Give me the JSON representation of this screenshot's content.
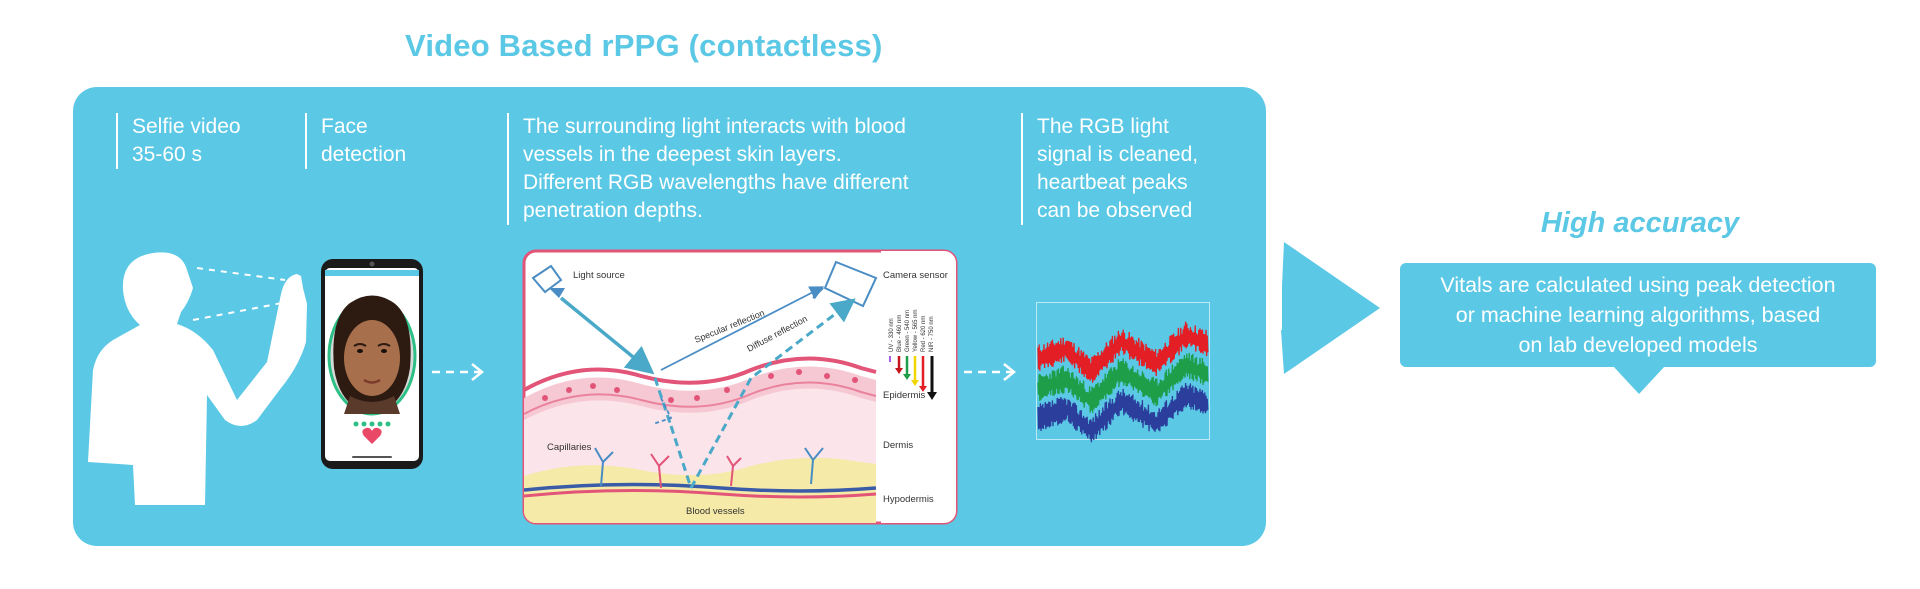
{
  "title": "Video Based rPPG (contactless)",
  "colors": {
    "accent": "#5bc8e5",
    "skin_pink": "#e25478",
    "red_signal": "#e31e24",
    "green_signal": "#1e9e48",
    "blue_signal": "#2c3e9c",
    "heart": "#e94966",
    "face_ring": "#2dbf86"
  },
  "steps": [
    {
      "lines": [
        "Selfie video",
        "35-60 s"
      ]
    },
    {
      "lines": [
        "Face",
        "detection"
      ]
    },
    {
      "lines": [
        "The surrounding light interacts with blood",
        "vessels in the deepest skin layers.",
        "Different RGB wavelengths have different",
        "penetration depths."
      ]
    },
    {
      "lines": [
        "The RGB light",
        "signal is cleaned,",
        "heartbeat peaks",
        "can be observed"
      ]
    }
  ],
  "illustration": {
    "light_source": "Light source",
    "camera_sensor": "Camera sensor",
    "specular": "Specular reflection",
    "diffuse": "Diffuse reflection",
    "epidermis": "Epidermis",
    "dermis": "Dermis",
    "hypodermis": "Hypodermis",
    "capillaries": "Capillaries",
    "blood_vessels": "Blood vessels",
    "wavelengths": [
      "UV - 330 nm",
      "Blue - 460 nm",
      "Green - 540 nm",
      "Yellow - 565 nm",
      "Red - 620 nm",
      "NIR - 750 nm"
    ]
  },
  "accuracy": {
    "title": "High accuracy",
    "lines": [
      "Vitals are calculated using peak detection",
      "or machine learning algorithms, based",
      "on lab developed models"
    ]
  }
}
